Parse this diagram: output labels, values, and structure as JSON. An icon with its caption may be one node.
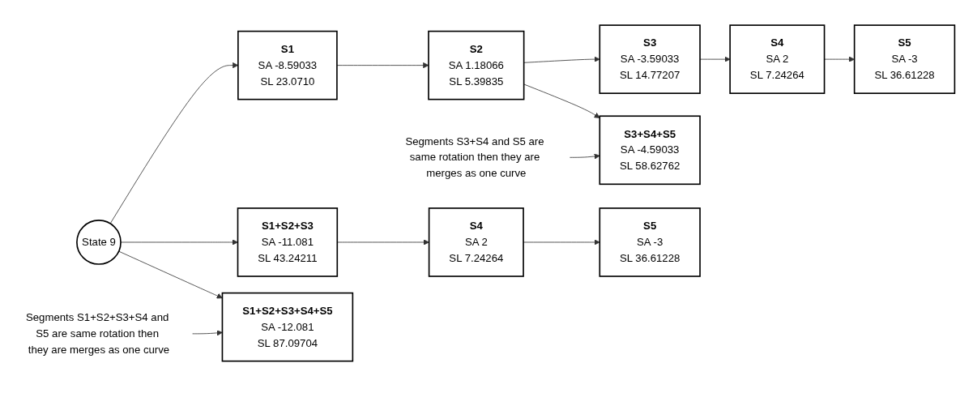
{
  "diagram": {
    "nodes": [
      {
        "text": [
          "State 9"
        ]
      },
      {
        "text": [
          "S1",
          "SA",
          "-8.59033",
          "SL",
          "23.0710"
        ]
      },
      {
        "text": [
          "S2",
          "SA",
          "1.18066",
          "SL",
          "5.39835"
        ]
      },
      {
        "text": [
          "S3",
          "SA",
          "-3.59033",
          "SL",
          "14.77207"
        ]
      },
      {
        "text": [
          "S4",
          "SA",
          "2",
          "SL",
          "7.24264"
        ]
      },
      {
        "text": [
          "S5",
          "SA",
          "-3",
          "SL",
          "36.61228"
        ]
      },
      {
        "text": [
          "S3+S4+S5",
          "SA",
          "-4.59033",
          "SL",
          "58.62762"
        ]
      },
      {
        "text": [
          "S1+S2+S3",
          "SA",
          "-11.081",
          "SL",
          "43.24211"
        ]
      },
      {
        "text": [
          "S4",
          "SA",
          "2",
          "SL",
          "7.24264"
        ]
      },
      {
        "text": [
          "S5",
          "SA",
          "-3",
          "SL",
          "36.61228"
        ]
      },
      {
        "text": [
          "S1+S2+S3+S4+S5",
          "SA",
          "-12.081",
          "SL",
          "87.09704"
        ]
      },
      {
        "text": [
          "Segments S3+S4 and S5 are same rotation then they are merges as one curve"
        ]
      },
      {
        "text": [
          "Segments S1+S2+S3+S4 and S5 are same rotation then they are merges as one curve"
        ]
      }
    ],
    "edges": [
      {
        "from": 0,
        "to": 1,
        "arrow": "to"
      },
      {
        "from": 1,
        "to": 2,
        "arrow": "to"
      },
      {
        "from": 2,
        "to": 3,
        "arrow": "to"
      },
      {
        "from": 3,
        "to": 4,
        "arrow": "to"
      },
      {
        "from": 4,
        "to": 5,
        "arrow": "to"
      },
      {
        "from": 2,
        "to": 6,
        "arrow": "to"
      },
      {
        "from": 11,
        "to": 6,
        "arrow": "to"
      },
      {
        "from": 0,
        "to": 7,
        "arrow": "to"
      },
      {
        "from": 7,
        "to": 8,
        "arrow": "to"
      },
      {
        "from": 8,
        "to": 9,
        "arrow": "to"
      },
      {
        "from": 0,
        "to": 10,
        "arrow": "to"
      },
      {
        "from": 12,
        "to": 10,
        "arrow": "to"
      }
    ]
  }
}
